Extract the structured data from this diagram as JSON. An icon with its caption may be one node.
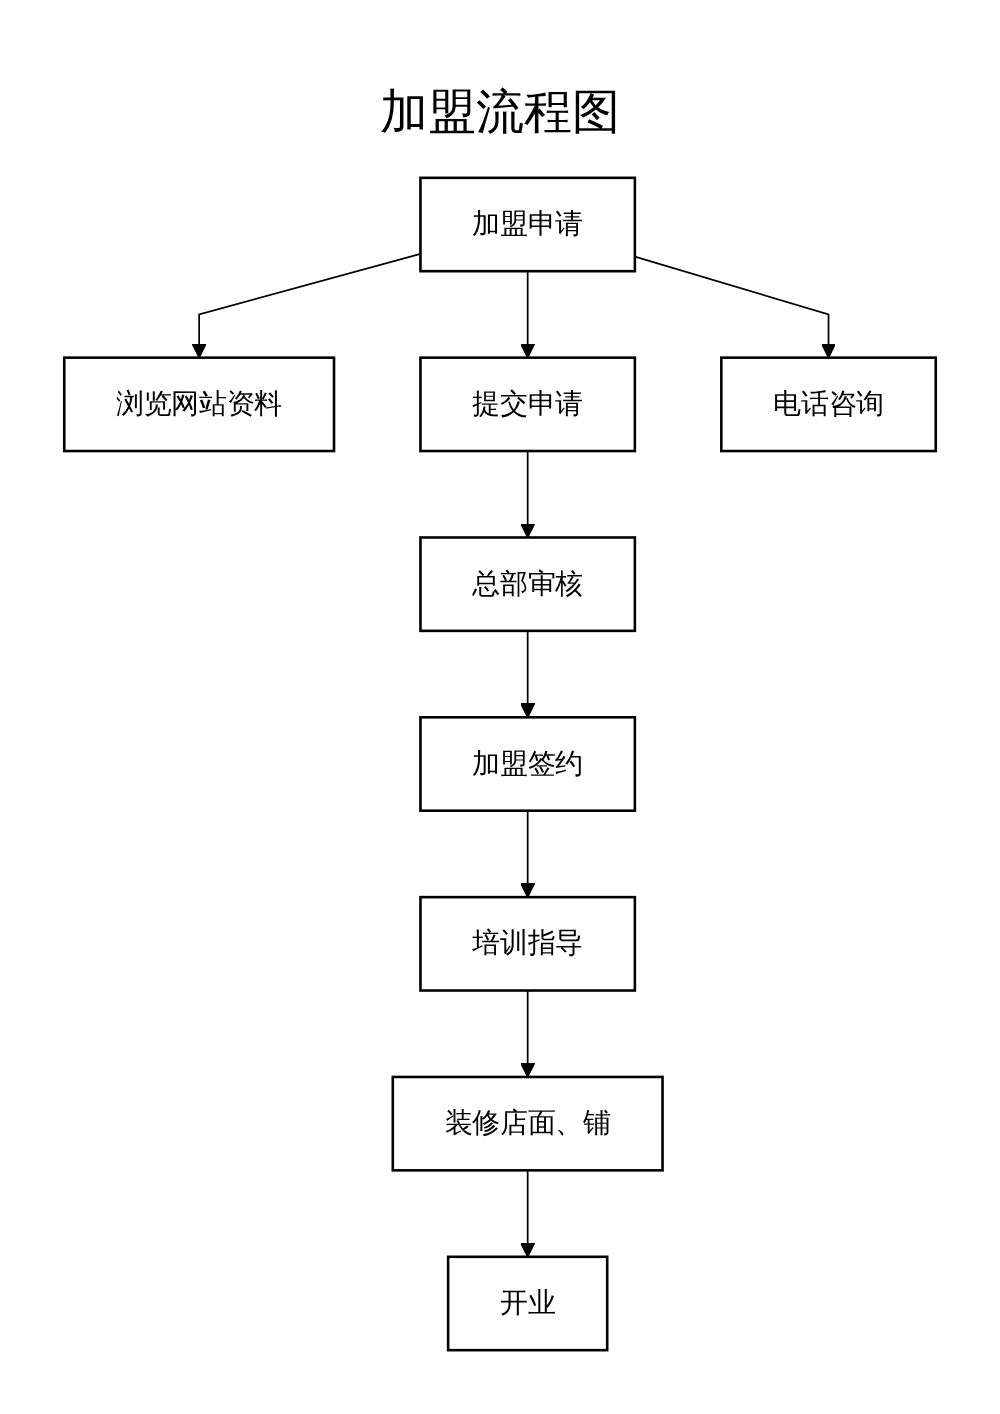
{
  "diagram": {
    "title": "加盟流程图",
    "nodes": [
      {
        "text": [
          "加盟申请"
        ]
      },
      {
        "text": [
          "浏览网站资料"
        ]
      },
      {
        "text": [
          "提交申请"
        ]
      },
      {
        "text": [
          "电话咨询"
        ]
      },
      {
        "text": [
          "总部审核"
        ]
      },
      {
        "text": [
          "加盟签约"
        ]
      },
      {
        "text": [
          "培训指导"
        ]
      },
      {
        "text": [
          "装修店面、铺"
        ]
      },
      {
        "text": [
          "开业"
        ]
      }
    ],
    "edges": [
      {
        "from": 0,
        "to": 1,
        "arrow": "to"
      },
      {
        "from": 0,
        "to": 2,
        "arrow": "to"
      },
      {
        "from": 0,
        "to": 3,
        "arrow": "to"
      },
      {
        "from": 2,
        "to": 4,
        "arrow": "to"
      },
      {
        "from": 4,
        "to": 5,
        "arrow": "to"
      },
      {
        "from": 5,
        "to": 6,
        "arrow": "to"
      },
      {
        "from": 6,
        "to": 7,
        "arrow": "to"
      },
      {
        "from": 7,
        "to": 8,
        "arrow": "to"
      }
    ]
  }
}
